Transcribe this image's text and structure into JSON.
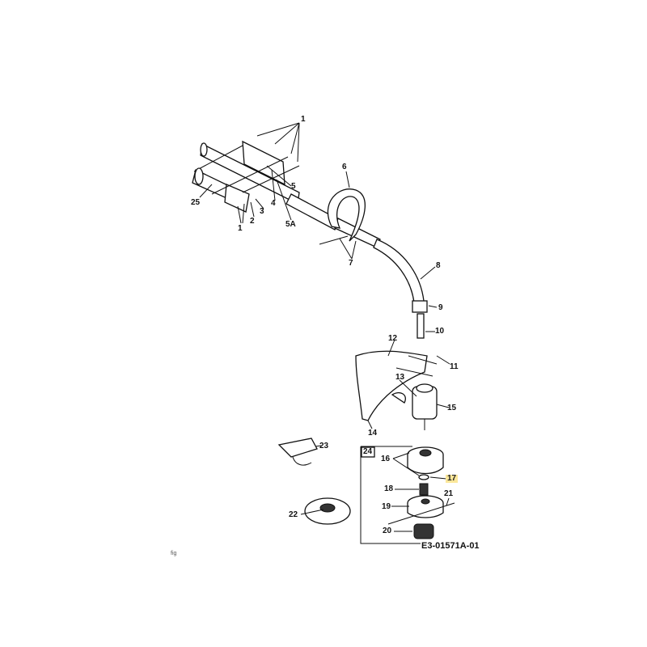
{
  "diagram": {
    "part_labels": [
      "1",
      "25",
      "1",
      "2",
      "3",
      "4",
      "5",
      "5A",
      "6",
      "7",
      "8",
      "9",
      "10",
      "11",
      "12",
      "13",
      "14",
      "15",
      "23",
      "24",
      "16",
      "17",
      "18",
      "21",
      "19",
      "22",
      "20"
    ],
    "highlighted_label": "17",
    "highlight_color": "#fbe79a",
    "drawing_code": "E3-01571A-01",
    "corner_note": "fig"
  }
}
